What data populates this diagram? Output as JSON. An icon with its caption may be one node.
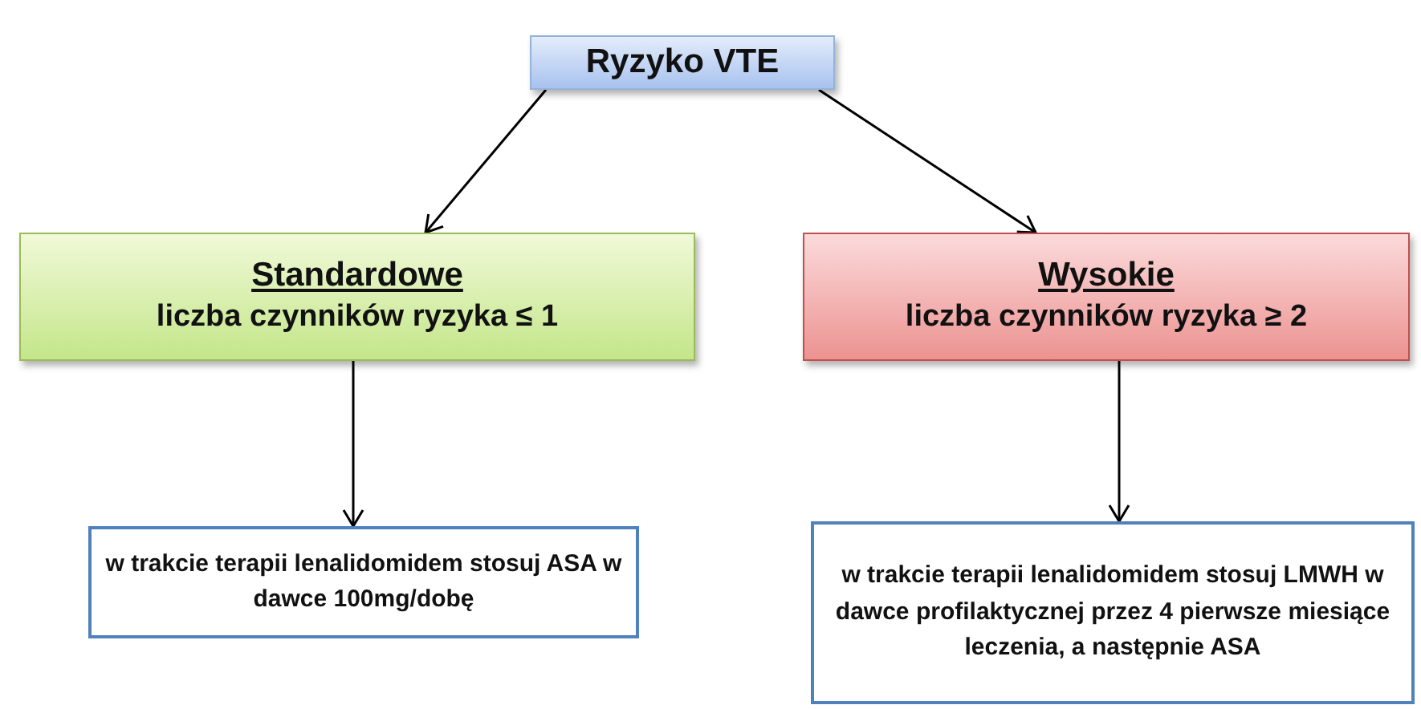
{
  "diagram": {
    "nodes": [
      {
        "text": [
          "Ryzyko VTE"
        ]
      },
      {
        "text": [
          "Standardowe",
          "liczba czynników ryzyka ≤ 1"
        ]
      },
      {
        "text": [
          "Wysokie",
          "liczba czynników ryzyka ≥ 2"
        ]
      },
      {
        "text": [
          "w trakcie terapii lenalidomidem stosuj ASA w dawce 100mg/dobę"
        ]
      },
      {
        "text": [
          "w trakcie terapii lenalidomidem stosuj LMWH w dawce profilaktycznej przez 4 pierwsze miesiące leczenia, a następnie ASA"
        ]
      }
    ],
    "edges": [
      {
        "from": 0,
        "to": 1,
        "arrow": "to"
      },
      {
        "from": 0,
        "to": 2,
        "arrow": "to"
      },
      {
        "from": 1,
        "to": 3,
        "arrow": "to"
      },
      {
        "from": 2,
        "to": 4,
        "arrow": "to"
      }
    ]
  }
}
